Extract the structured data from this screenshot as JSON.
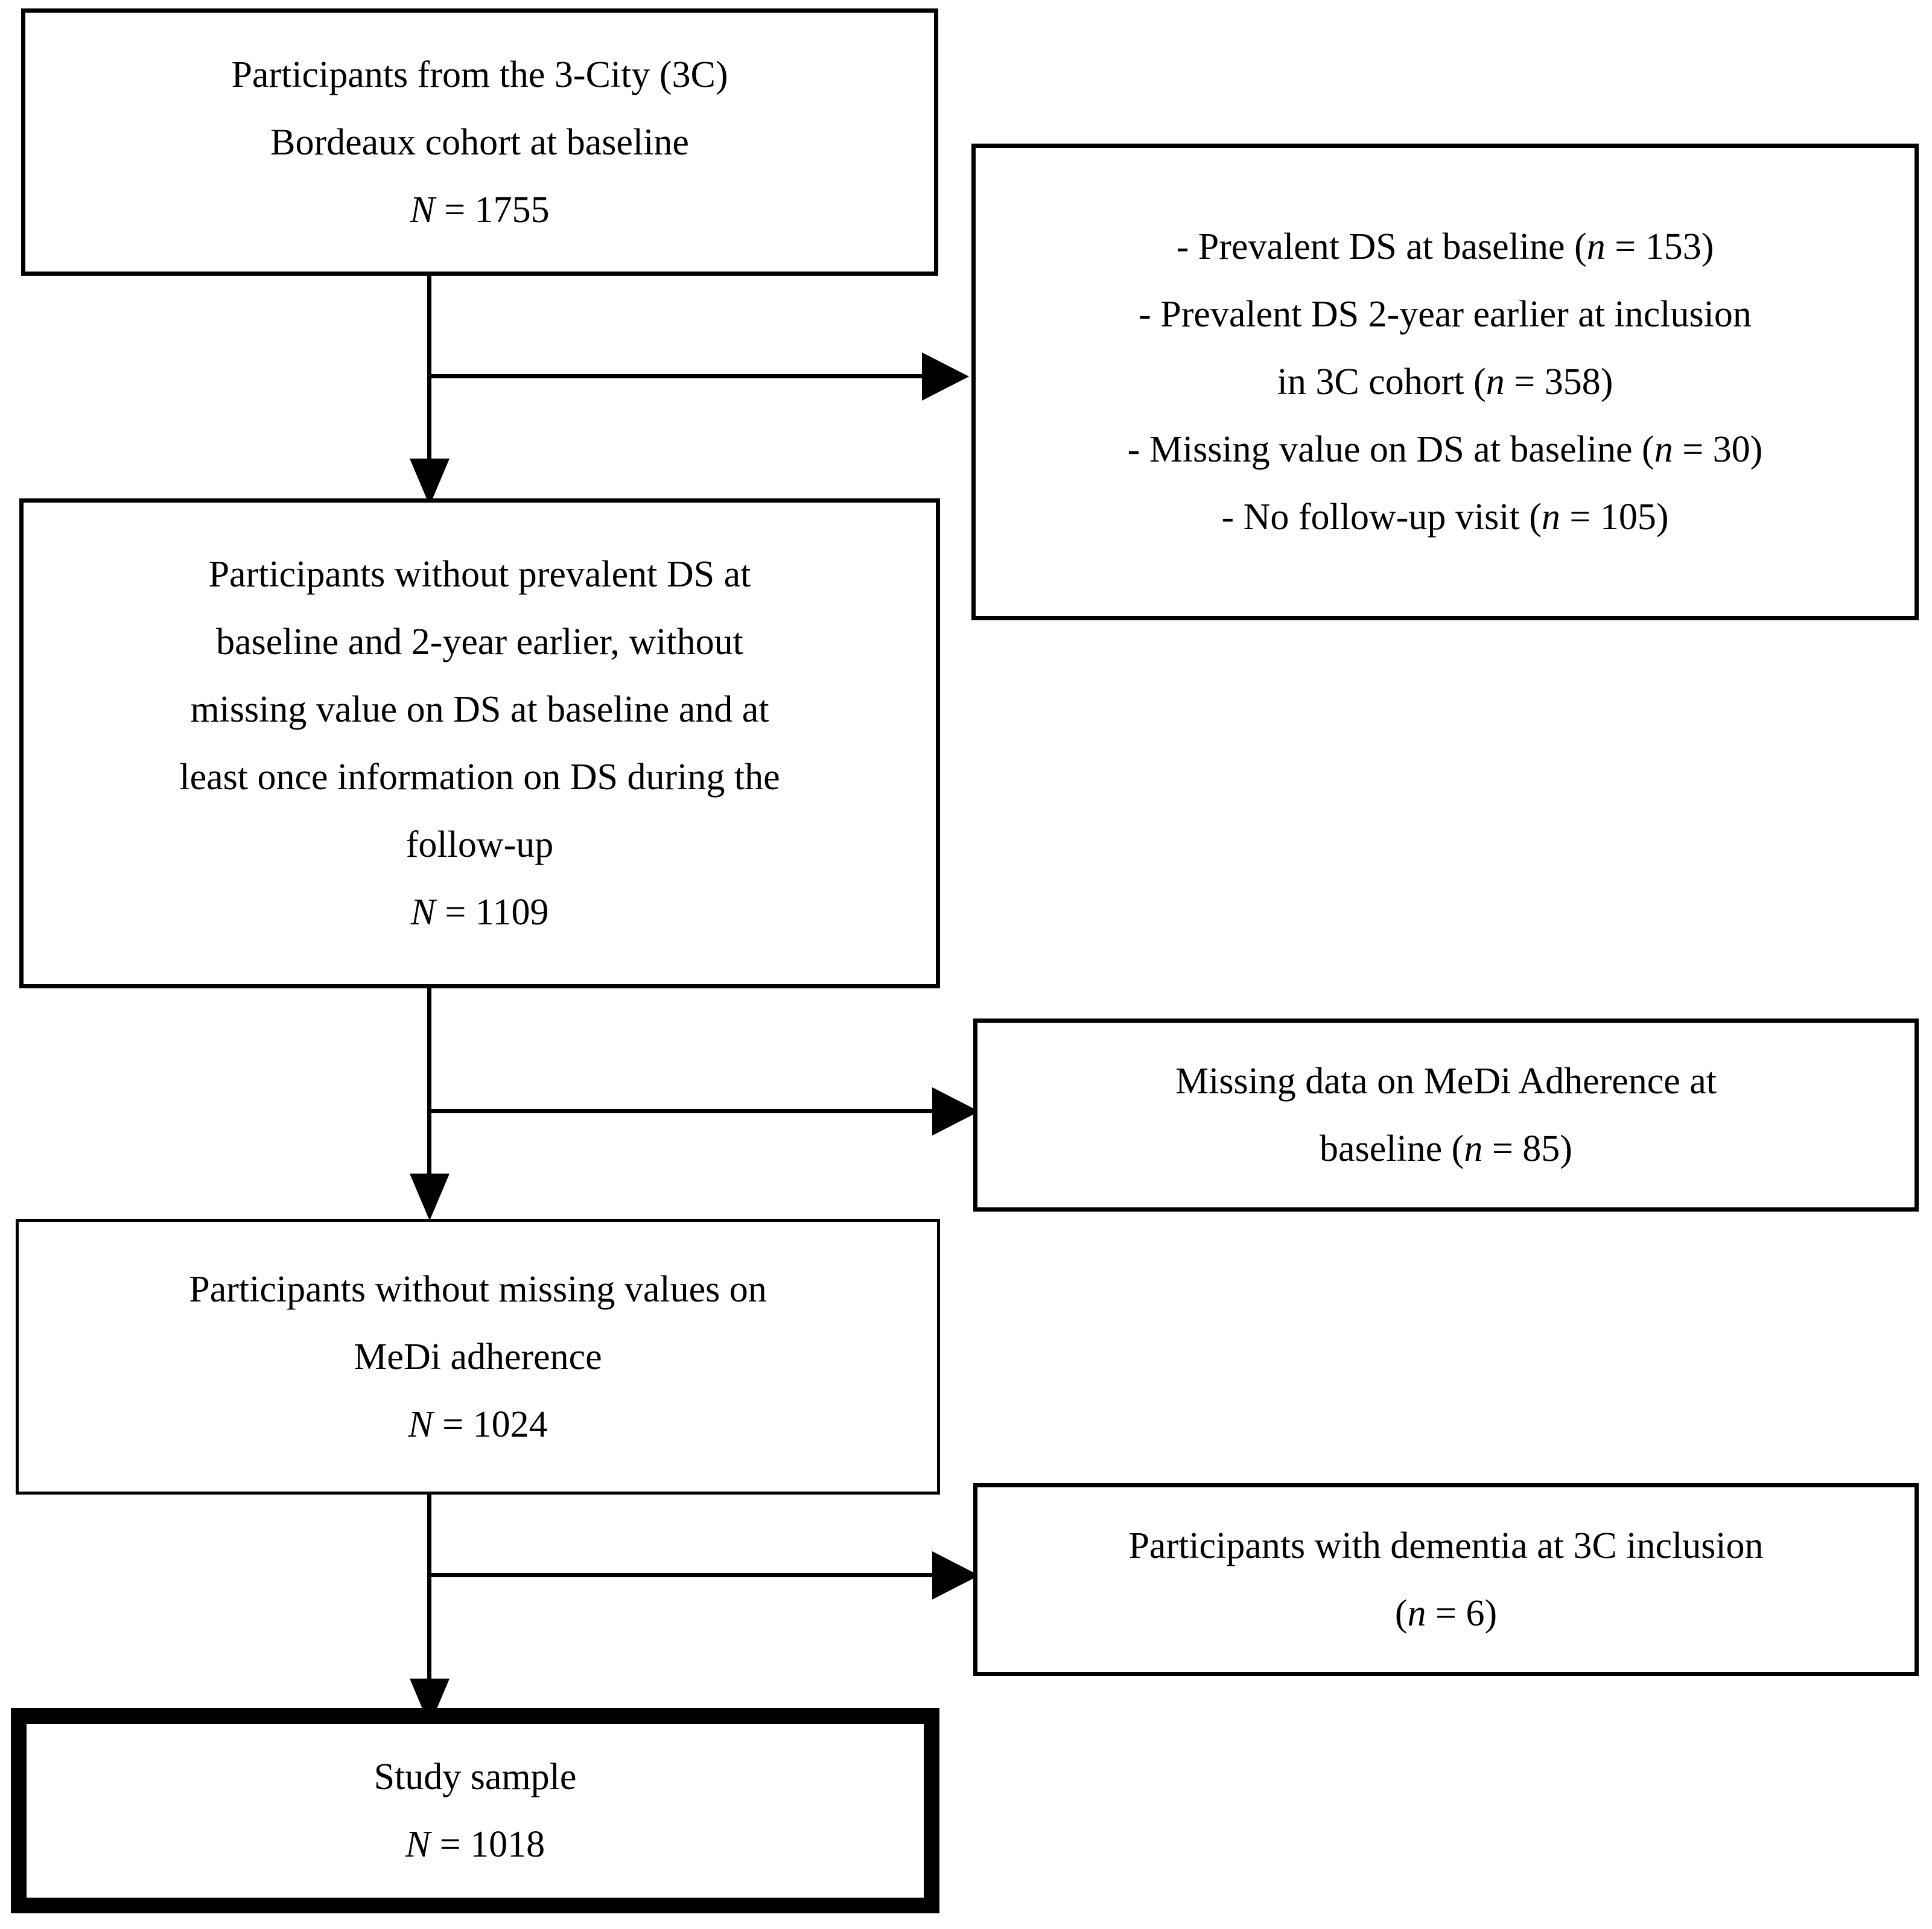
{
  "figure": {
    "type": "flowchart",
    "title": "Study participant selection flow diagram",
    "accent_color": "#000000",
    "background_color": "#ffffff"
  },
  "nodes": {
    "baseline_cohort": {
      "id": "baseline-cohort-box",
      "line1": "Participants from the 3-City (3C)",
      "line2": "Bordeaux cohort at baseline",
      "n_symbol": "N",
      "n_equals": " = ",
      "n_value": "1755"
    },
    "exclusions_1": {
      "id": "exclusions-baseline-box",
      "items": [
        {
          "text": "- Prevalent DS at baseline (",
          "symbol": "n",
          "equals": " = ",
          "value": "153",
          "close": ")"
        },
        {
          "text": "- Prevalent DS 2-year earlier at inclusion",
          "text2": "in 3C cohort (",
          "symbol": "n",
          "equals": " = ",
          "value": "358",
          "close": ")"
        },
        {
          "text": "- Missing value on DS at baseline (",
          "symbol": "n",
          "equals": " = ",
          "value": "30",
          "close": ")"
        },
        {
          "text": "- No follow-up visit (",
          "symbol": "n",
          "equals": " = ",
          "value": "105",
          "close": ")"
        }
      ]
    },
    "without_prevalent_ds": {
      "id": "without-prevalent-ds-box",
      "line1": "Participants without prevalent DS at",
      "line2": "baseline and 2-year earlier, without",
      "line3": "missing value on DS at baseline and at",
      "line4": "least once information on DS during the",
      "line5": "follow-up",
      "n_symbol": "N",
      "n_equals": " = ",
      "n_value": "1109"
    },
    "exclusions_2": {
      "id": "exclusions-medi-box",
      "line1": "Missing data on MeDi Adherence at",
      "line2_prefix": "baseline (",
      "symbol": "n",
      "equals": " = ",
      "value": "85",
      "close": ")"
    },
    "without_missing_medi": {
      "id": "without-missing-medi-box",
      "line1": "Participants without missing values on",
      "line2": "MeDi adherence",
      "n_symbol": "N",
      "n_equals": " = ",
      "n_value": "1024"
    },
    "exclusions_3": {
      "id": "exclusions-dementia-box",
      "line1": "Participants with dementia at 3C inclusion",
      "line2_prefix": "(",
      "symbol": "n",
      "equals": " = ",
      "value": "6",
      "close": ")"
    },
    "study_sample": {
      "id": "study-sample-box",
      "line1": "Study sample",
      "n_symbol": "N",
      "n_equals": " = ",
      "n_value": "1018"
    }
  },
  "connectors": [
    {
      "name": "arrow-cohort-to-without-prevalent-ds",
      "direction": "down"
    },
    {
      "name": "arrow-branch-to-exclusions-1",
      "direction": "right"
    },
    {
      "name": "arrow-without-prevalent-ds-to-medi",
      "direction": "down"
    },
    {
      "name": "arrow-branch-to-exclusions-2",
      "direction": "right"
    },
    {
      "name": "arrow-medi-to-study-sample",
      "direction": "down"
    },
    {
      "name": "arrow-branch-to-exclusions-3",
      "direction": "right"
    }
  ]
}
